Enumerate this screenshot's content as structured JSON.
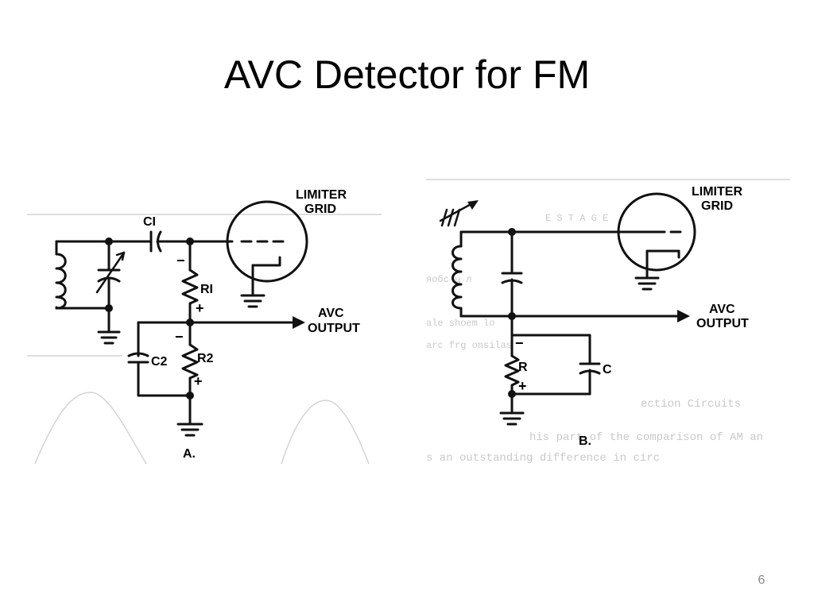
{
  "slide": {
    "title": "AVC Detector for FM",
    "page_number": "6"
  },
  "diagram_a": {
    "grid_label_line1": "LIMITER",
    "grid_label_line2": "GRID",
    "c1_label": "CI",
    "r1_label": "RI",
    "r2_label": "R2",
    "c2_label": "C2",
    "avc_label_line1": "AVC",
    "avc_label_line2": "OUTPUT",
    "caption": "A.",
    "r1_top_polarity": "−",
    "r1_bottom_polarity": "+",
    "r2_top_polarity": "−",
    "r2_bottom_polarity": "+"
  },
  "diagram_b": {
    "grid_label_line1": "LIMITER",
    "grid_label_line2": "GRID",
    "r_label": "R",
    "c_label": "C",
    "avc_label_line1": "AVC",
    "avc_label_line2": "OUTPUT",
    "caption": "B.",
    "r_top_polarity": "−",
    "r_bottom_polarity": "+"
  }
}
